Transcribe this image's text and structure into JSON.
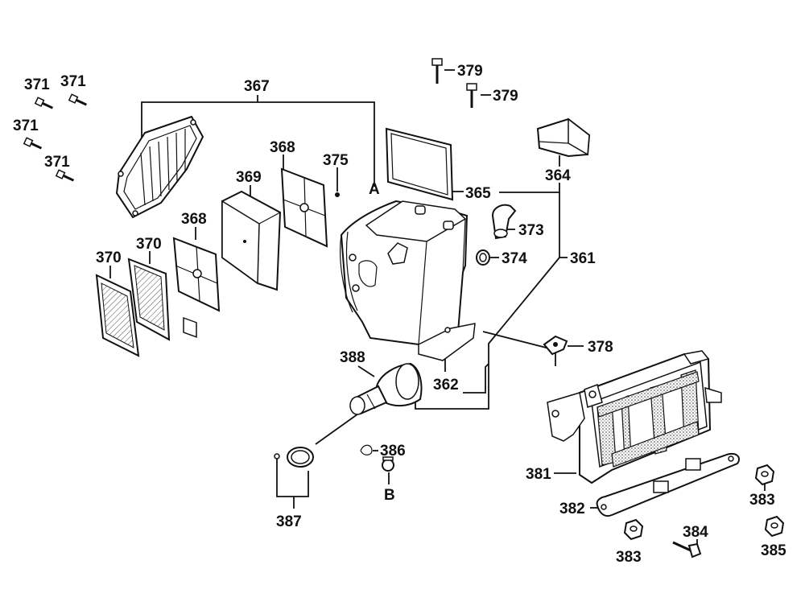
{
  "callouts": {
    "c371a": "371",
    "c371b": "371",
    "c371c": "371",
    "c371d": "371",
    "c367": "367",
    "c368a": "368",
    "c368b": "368",
    "c369": "369",
    "c370a": "370",
    "c370b": "370",
    "c375": "375",
    "cA": "A",
    "c379a": "379",
    "c379b": "379",
    "c365": "365",
    "c364": "364",
    "c373": "373",
    "c374": "374",
    "c361": "361",
    "c378": "378",
    "c362": "362",
    "c388": "388",
    "c386": "386",
    "cB": "B",
    "c387": "387",
    "c381": "381",
    "c382": "382",
    "c383a": "383",
    "c383b": "383",
    "c384": "384",
    "c385": "385"
  },
  "icons": {
    "air_filter_cover": "air-filter-cover-icon",
    "filter_element": "filter-element-icon",
    "filter_box": "air-filter-box-icon",
    "battery_tray": "battery-tray-icon",
    "bolt": "bolt-icon",
    "nut": "nut-icon",
    "clamp": "hose-clamp-icon",
    "intake_duct": "intake-duct-icon"
  }
}
